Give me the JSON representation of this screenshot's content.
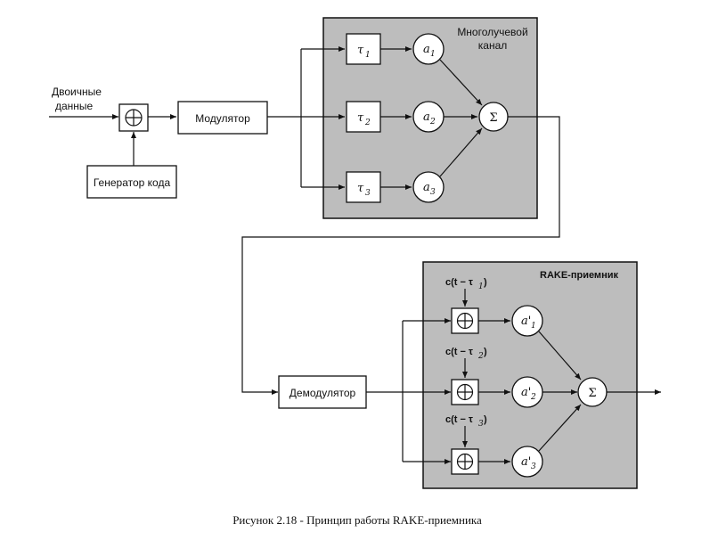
{
  "input_label_line1": "Двоичные",
  "input_label_line2": "данные",
  "code_generator": "Генератор кода",
  "modulator": "Модулятор",
  "channel_title_line1": "Многолучевой",
  "channel_title_line2": "канал",
  "delays": [
    {
      "sym": "τ",
      "sub": "1"
    },
    {
      "sym": "τ",
      "sub": "2"
    },
    {
      "sym": "τ",
      "sub": "3"
    }
  ],
  "gains": [
    {
      "sym": "a",
      "sub": "1"
    },
    {
      "sym": "a",
      "sub": "2"
    },
    {
      "sym": "a",
      "sub": "3"
    }
  ],
  "sum_symbol": "Σ",
  "xor_symbol": "⊕",
  "demodulator": "Демодулятор",
  "rake_title": "RAKE-приемник",
  "rake_refs": [
    {
      "text": "c(t − τ",
      "sub": "1",
      "close": ")"
    },
    {
      "text": "c(t − τ",
      "sub": "2",
      "close": ")"
    },
    {
      "text": "c(t − τ",
      "sub": "3",
      "close": ")"
    }
  ],
  "rake_gains": [
    {
      "sym": "a'",
      "sub": "1"
    },
    {
      "sym": "a'",
      "sub": "2"
    },
    {
      "sym": "a'",
      "sub": "3"
    }
  ],
  "caption": "Рисунок 2.18 - Принцип работы RAKE-приемника",
  "colors": {
    "panel": "#bdbdbd",
    "line": "#111111"
  }
}
